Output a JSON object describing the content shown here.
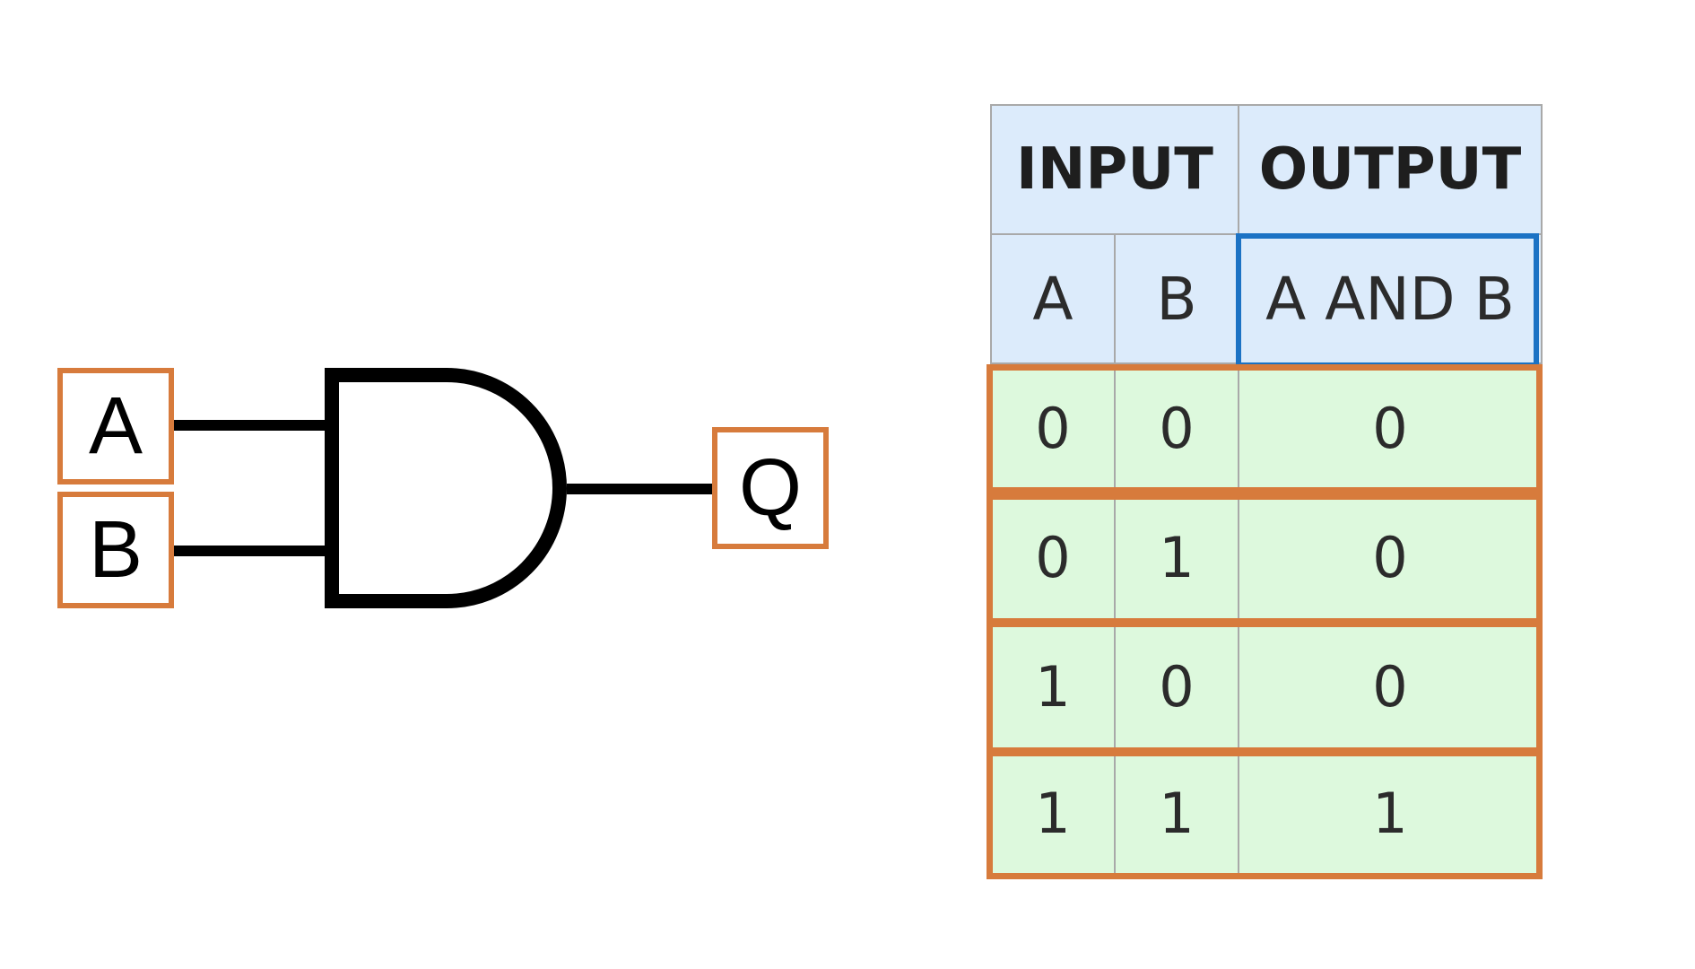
{
  "gate": {
    "input_a": "A",
    "input_b": "B",
    "output": "Q"
  },
  "table": {
    "group_headers": {
      "input": "INPUT",
      "output": "OUTPUT"
    },
    "column_headers": {
      "a": "A",
      "b": "B",
      "out": "A AND B"
    },
    "rows": [
      {
        "a": "0",
        "b": "0",
        "out": "0"
      },
      {
        "a": "0",
        "b": "1",
        "out": "0"
      },
      {
        "a": "1",
        "b": "0",
        "out": "0"
      },
      {
        "a": "1",
        "b": "1",
        "out": "1"
      }
    ]
  },
  "colors": {
    "highlight_orange": "#d77b3c",
    "highlight_blue": "#1b72c4",
    "header_bg": "#dcebfb",
    "data_bg": "#ddf9dd"
  }
}
